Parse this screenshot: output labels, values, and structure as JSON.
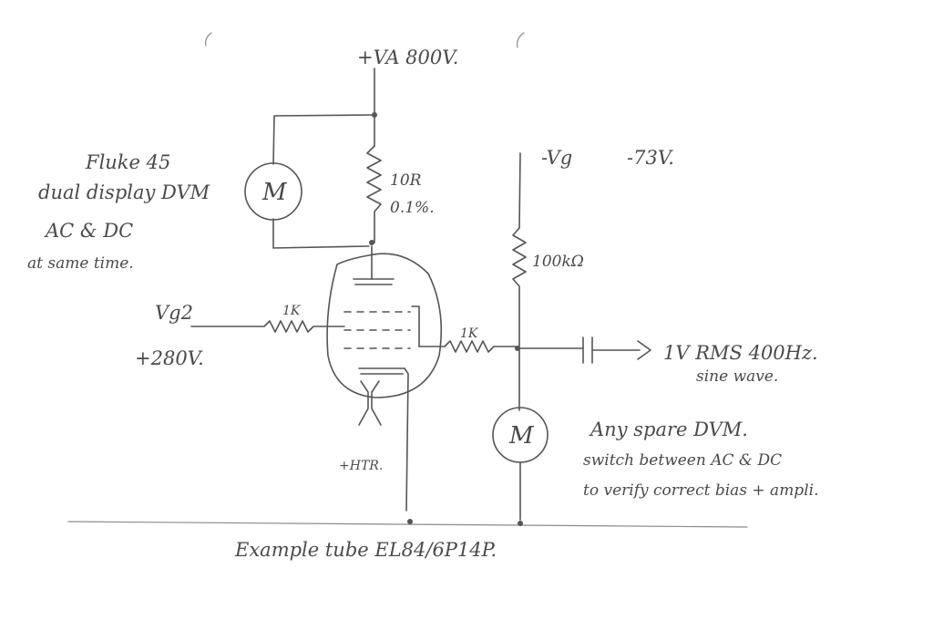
{
  "supply": {
    "va_label": "+VA 800V.",
    "vg_label": "-Vg",
    "vg_value": "-73V."
  },
  "screen_grid": {
    "label": "Vg2",
    "value": "+280V.",
    "resistor": "1K"
  },
  "anode_resistor": {
    "value": "10R",
    "tolerance": "0.1%."
  },
  "meter_note": {
    "lines": [
      "Fluke 45",
      "dual display DVM",
      "AC & DC",
      "at same time."
    ]
  },
  "meter_symbol": "M",
  "grid_resistor": "1K",
  "bias_resistor": "100kΩ",
  "signal": {
    "line1": "1V RMS 400Hz.",
    "line2": "sine wave."
  },
  "heater_label": "+HTR.",
  "spare_meter_note": {
    "lines": [
      "Any spare DVM.",
      "switch between AC & DC",
      "to verify correct bias + ampli."
    ]
  },
  "caption": "Example tube EL84/6P14P."
}
